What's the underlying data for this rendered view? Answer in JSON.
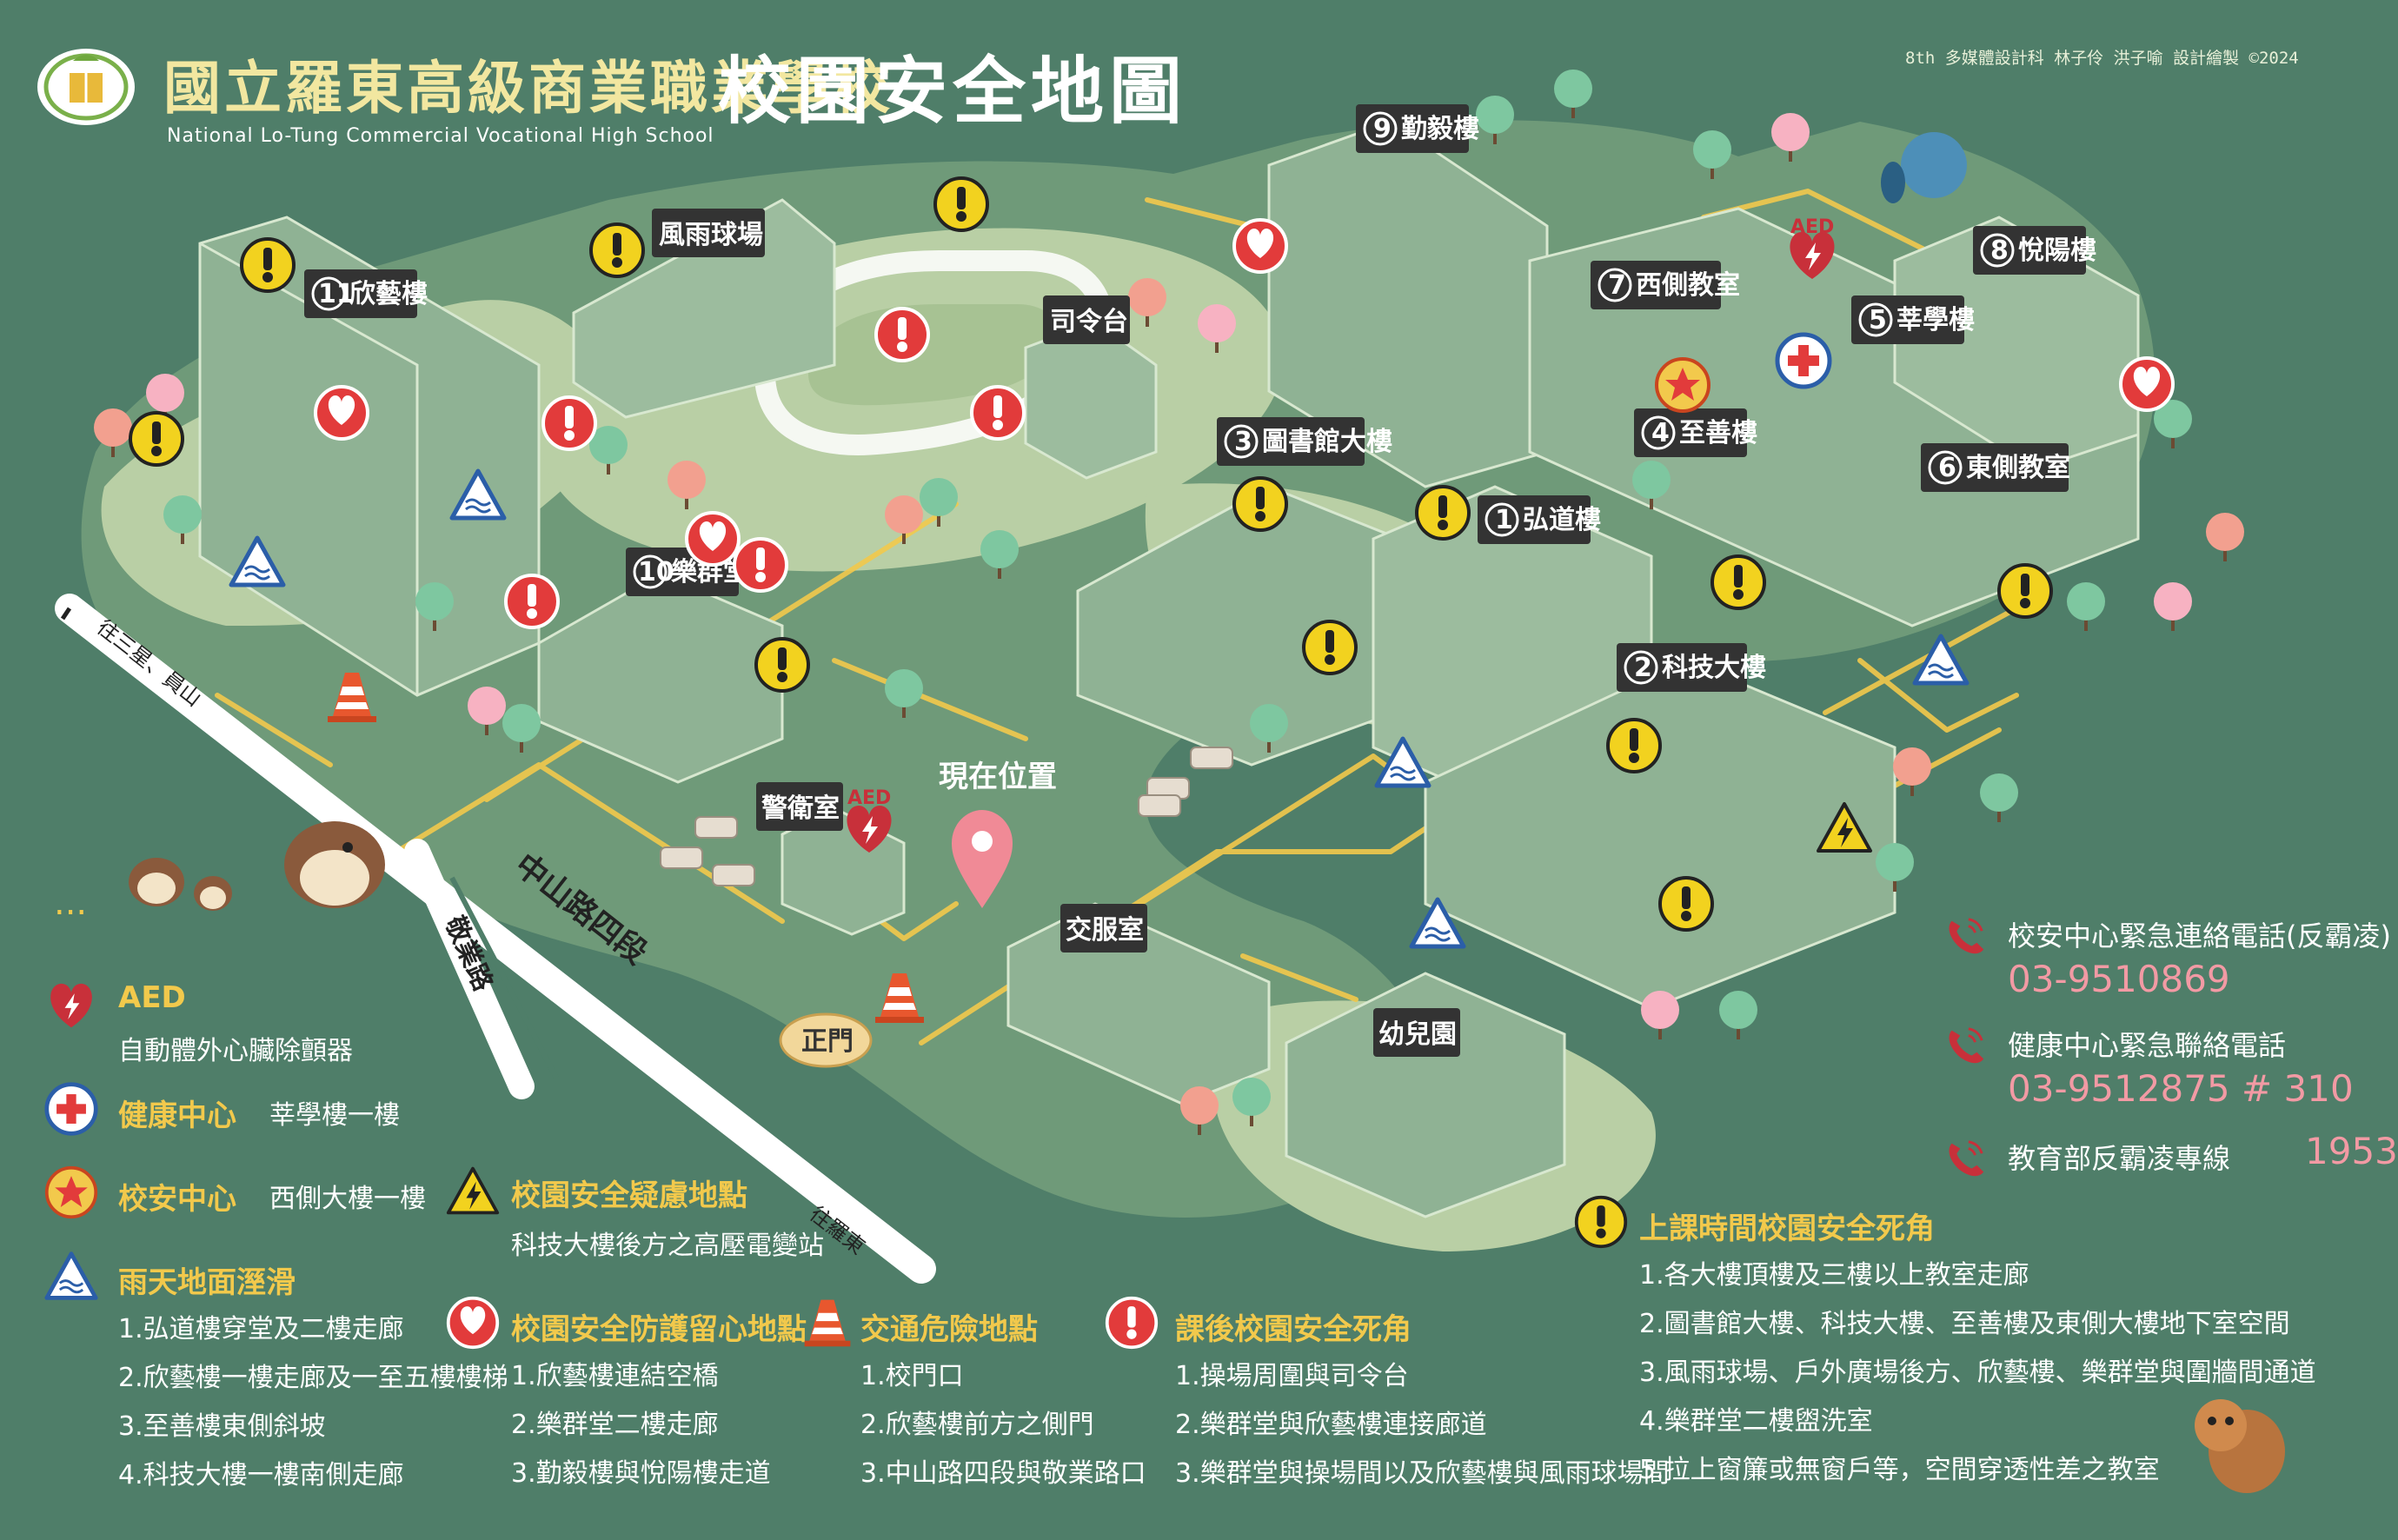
{
  "header": {
    "school_name_zh": "國立羅東高級商業職業學校",
    "school_name_en": "National Lo-Tung Commercial Vocational High School",
    "map_title": "校園安全地圖",
    "credit": "8th 多媒體設計科 林子伶 洪子喻 設計繪製 ©2024"
  },
  "map": {
    "buildings": [
      {
        "no": "1",
        "name": "弘道樓"
      },
      {
        "no": "2",
        "name": "科技大樓"
      },
      {
        "no": "3",
        "name": "圖書館大樓"
      },
      {
        "no": "4",
        "name": "至善樓"
      },
      {
        "no": "5",
        "name": "莘學樓"
      },
      {
        "no": "6",
        "name": "東側教室"
      },
      {
        "no": "7",
        "name": "西側教室"
      },
      {
        "no": "8",
        "name": "悅陽樓"
      },
      {
        "no": "9",
        "name": "勤毅樓"
      },
      {
        "no": "10",
        "name": "樂群堂"
      },
      {
        "no": "11",
        "name": "欣藝樓"
      }
    ],
    "other_labels": {
      "rain_court": "風雨球場",
      "stage": "司令台",
      "guard_room": "警衛室",
      "uniform_room": "交服室",
      "kindergarten": "幼兒園",
      "main_gate": "正門",
      "you_are_here": "現在位置",
      "aed_tag": "AED"
    },
    "roads": {
      "zhongshan": "中山路四段",
      "jingye": "敬業路",
      "to_sanxing": "往三星、員山",
      "to_luodong": "往羅東"
    },
    "ellipsis": "..."
  },
  "legend": {
    "aed": {
      "title": "AED",
      "desc": "自動體外心臟除顫器"
    },
    "health": {
      "title": "健康中心",
      "desc": "莘學樓一樓"
    },
    "security": {
      "title": "校安中心",
      "desc": "西側大樓一樓"
    },
    "slippery": {
      "title": "雨天地面溼滑",
      "items": [
        "1.弘道樓穿堂及二樓走廊",
        "2.欣藝樓一樓走廊及一至五樓樓梯",
        "3.至善樓東側斜坡",
        "4.科技大樓一樓南側走廊"
      ]
    },
    "suspicious": {
      "title": "校園安全疑慮地點",
      "items": [
        "科技大樓後方之高壓電變站"
      ]
    },
    "care": {
      "title": "校園安全防護留心地點",
      "items": [
        "1.欣藝樓連結空橋",
        "2.樂群堂二樓走廊",
        "3.勤毅樓與悅陽樓走道"
      ]
    },
    "traffic": {
      "title": "交通危險地點",
      "items": [
        "1.校門口",
        "2.欣藝樓前方之側門",
        "3.中山路四段與敬業路口"
      ]
    },
    "after_school": {
      "title": "課後校園安全死角",
      "items": [
        "1.操場周圍與司令台",
        "2.樂群堂與欣藝樓連接廊道",
        "3.樂群堂與操場間以及欣藝樓與風雨球場間"
      ]
    },
    "class_time": {
      "title": "上課時間校園安全死角",
      "items": [
        "1.各大樓頂樓及三樓以上教室走廊",
        "2.圖書館大樓、科技大樓、至善樓及東側大樓地下室空間",
        "3.風雨球場、戶外廣場後方、欣藝樓、樂群堂與圍牆間通道",
        "4.樂群堂二樓盥洗室",
        "5.拉上窗簾或無窗戶等，空間穿透性差之教室"
      ]
    }
  },
  "contacts": [
    {
      "label": "校安中心緊急連絡電話(反霸凌)",
      "number": "03-9510869"
    },
    {
      "label": "健康中心緊急聯絡電話",
      "number": "03-9512875 # 310"
    },
    {
      "label": "教育部反霸凌專線",
      "number": "1953"
    }
  ],
  "colors": {
    "background": "#4f7e69",
    "ground": "#b9cfa5",
    "building": "#8fb294",
    "path": "#f2c94c",
    "road": "#ffffff",
    "title_yellow": "#f2e7a0",
    "warning_red": "#e23b3b",
    "phone_pink": "#f29aa4"
  },
  "icons": {
    "aed": "aed-heart-icon",
    "health": "red-cross-icon",
    "security": "star-icon",
    "slippery": "slippery-warning-icon",
    "suspicious": "high-voltage-icon",
    "care": "heart-icon",
    "traffic": "traffic-cone-icon",
    "after_school": "red-exclamation-icon",
    "class_time": "yellow-exclamation-icon",
    "phone": "phone-icon"
  }
}
